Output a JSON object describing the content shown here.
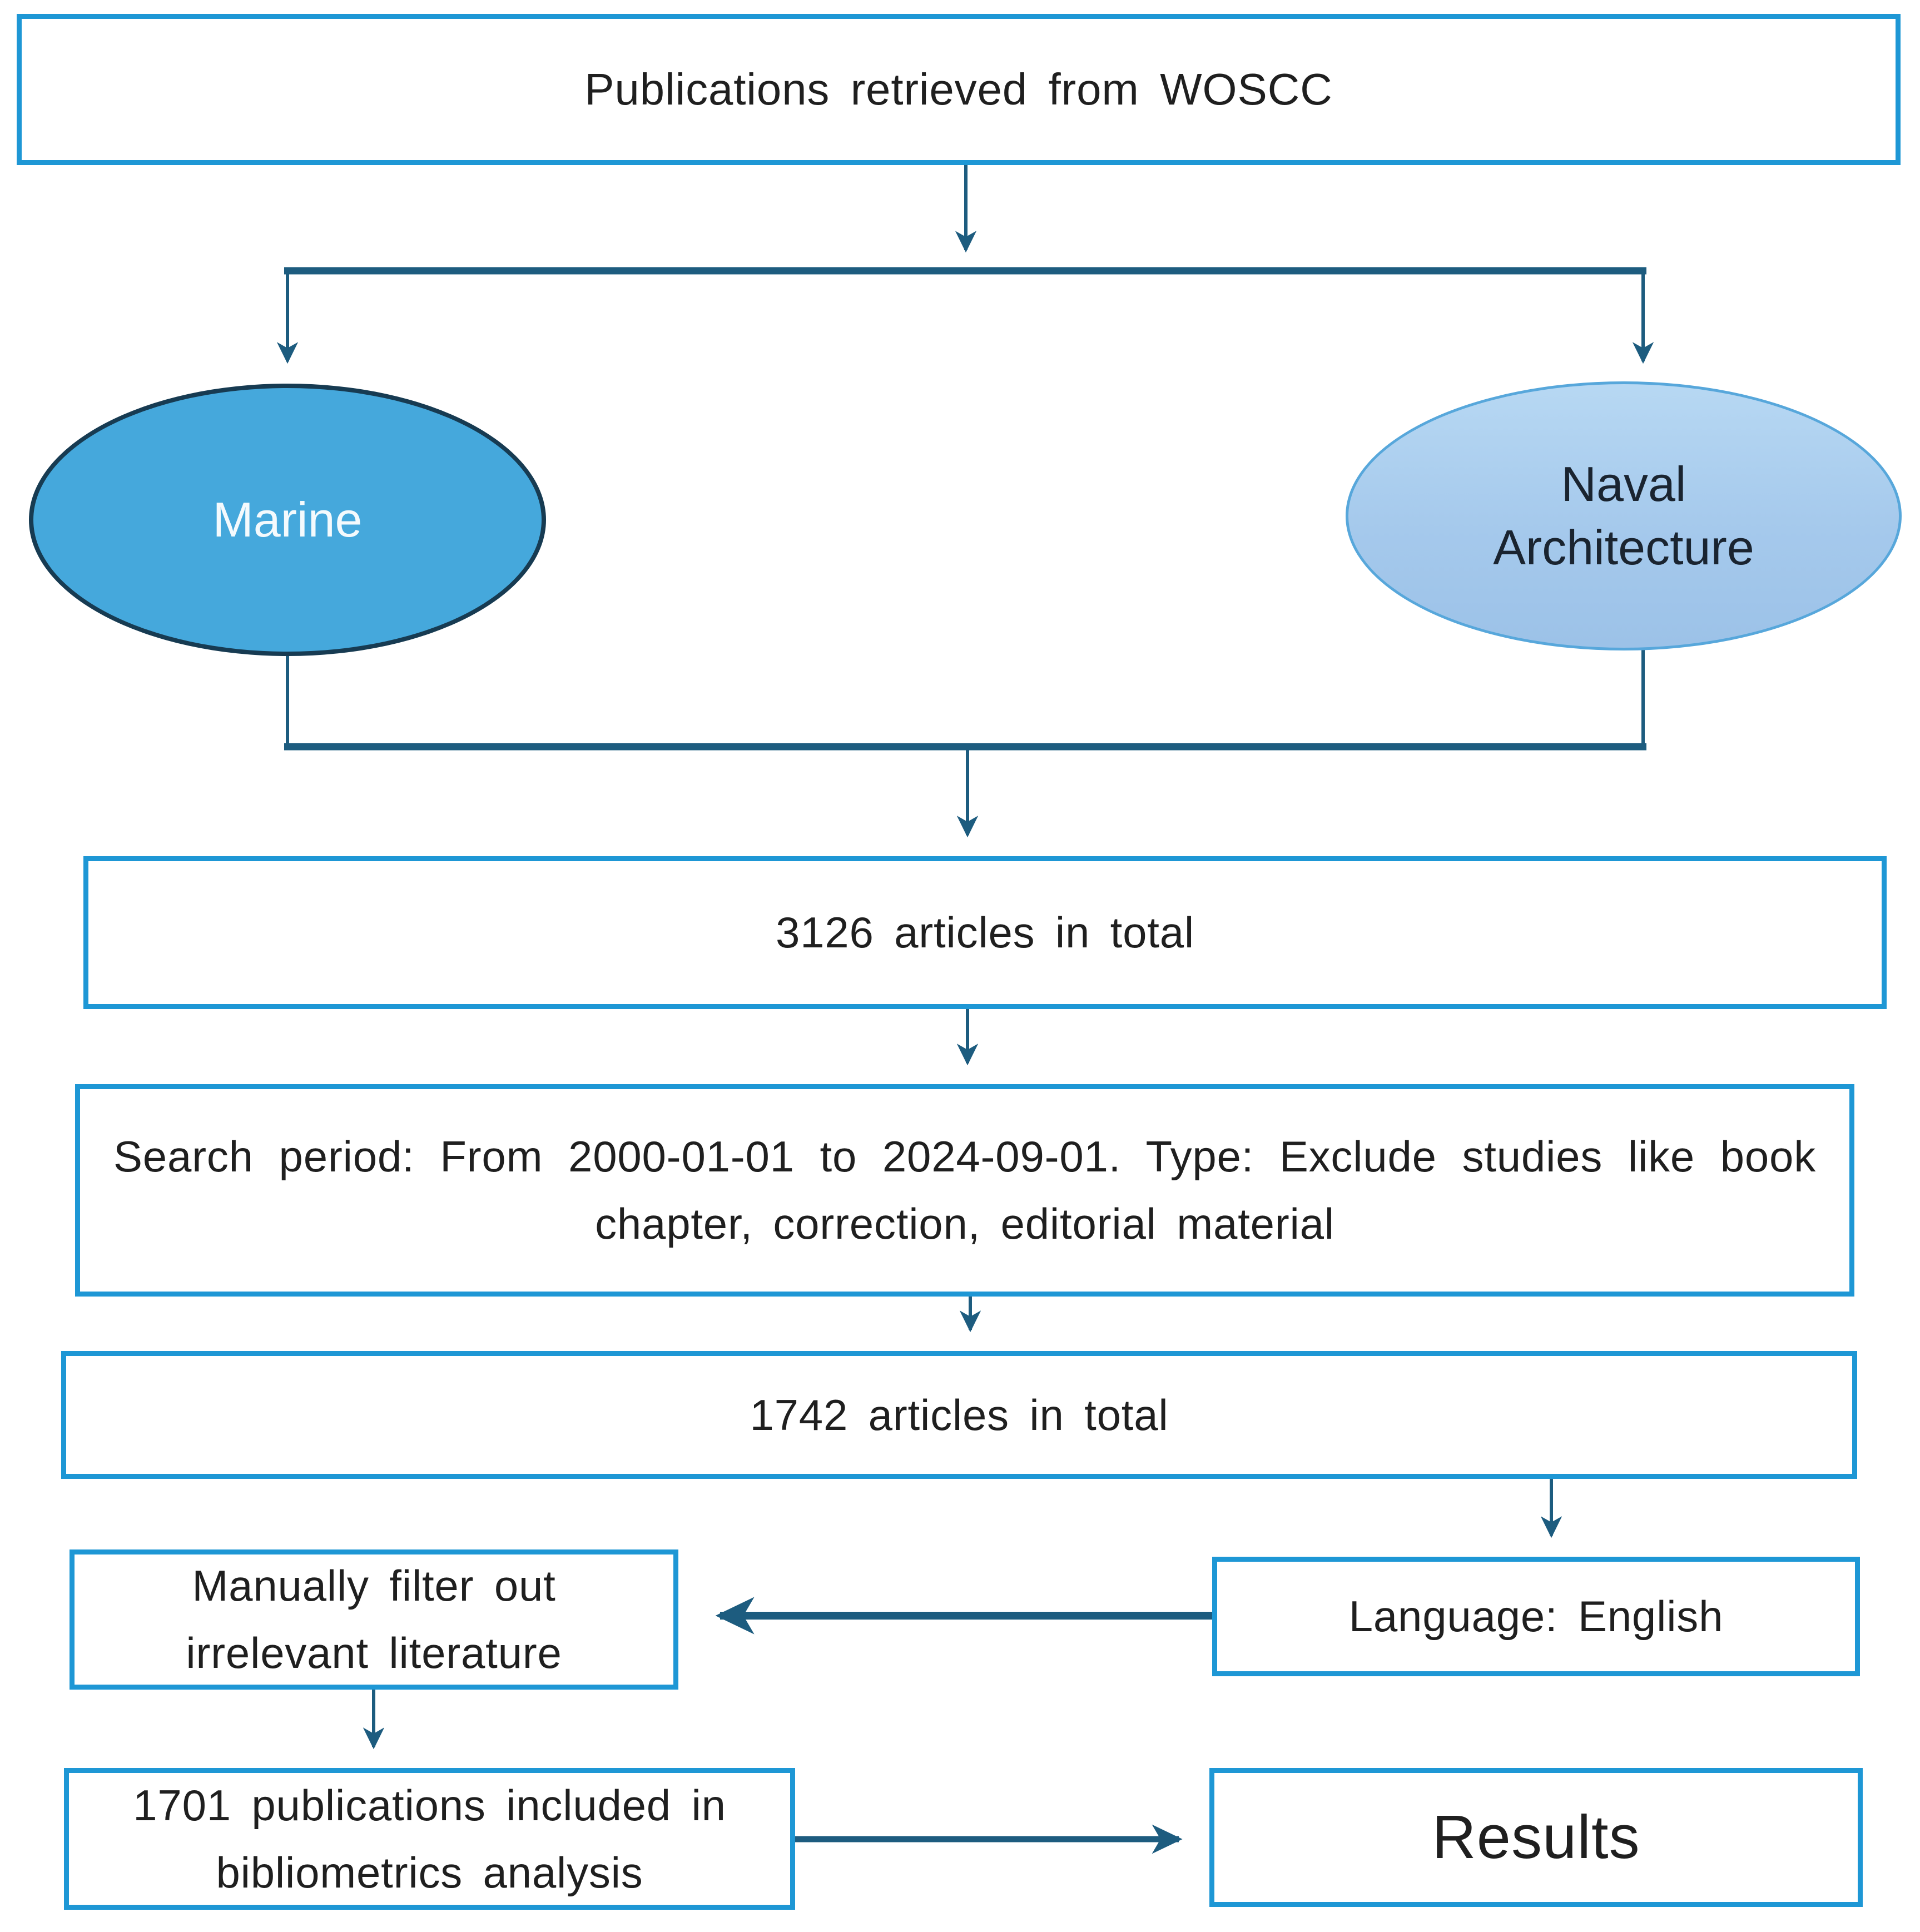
{
  "diagram": {
    "source_box": {
      "label": "Publications retrieved from WOSCC"
    },
    "categories": {
      "marine": {
        "label": "Marine"
      },
      "naval": {
        "label": "Naval Architecture"
      }
    },
    "steps": {
      "total_articles": {
        "label": "3126 articles in total"
      },
      "search_filter": {
        "label": "Search period: From 2000-01-01 to 2024-09-01. Type: Exclude studies like book chapter, correction, editorial material"
      },
      "filtered_total": {
        "label": "1742 articles in total"
      },
      "language_filter": {
        "label": "Language: English"
      },
      "manual_filter": {
        "label": "Manually filter out irrelevant literature"
      },
      "included": {
        "label": "1701 publications included in bibliometrics analysis"
      },
      "results": {
        "label": "Results"
      }
    },
    "colors": {
      "box_border": "#1E97D5",
      "connector": "#1D5C7F",
      "marine_fill": "#45A8DC",
      "marine_border": "#173B52",
      "marine_text": "#F4FAFD",
      "naval_fill": "#A9CBEE",
      "naval_border": "#57A7DB",
      "text": "#1f1f1f",
      "background": "#ffffff"
    }
  }
}
